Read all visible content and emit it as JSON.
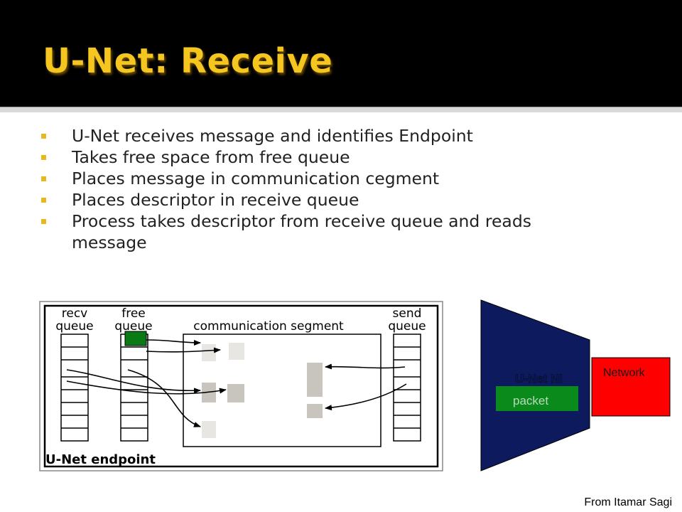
{
  "slide": {
    "title": "U-Net: Receive",
    "bullets": [
      "U-Net receives message and identifies Endpoint",
      "Takes free space from free queue",
      "Places message in communication cegment",
      "Places descriptor in receive queue",
      "Process takes descriptor from receive queue and reads message"
    ],
    "credit": "From Itamar Sagi"
  },
  "diagram": {
    "recv_queue_label": [
      "recv",
      "queue"
    ],
    "free_queue_label": [
      "free",
      "queue"
    ],
    "comm_segment_label": "communication segment",
    "send_queue_label": [
      "send",
      "queue"
    ],
    "endpoint_label": "U-Net endpoint",
    "ni_label": "U-Net NI",
    "packet_label": "packet",
    "network_label": "Network"
  },
  "colors": {
    "title": "#f5c520",
    "bullet": "#e8b820",
    "ni_fill": "#0d1b5e",
    "packet_fill": "#0a8a1a",
    "network_fill": "#ff0000",
    "free_slot_fill": "#0a7a14"
  }
}
